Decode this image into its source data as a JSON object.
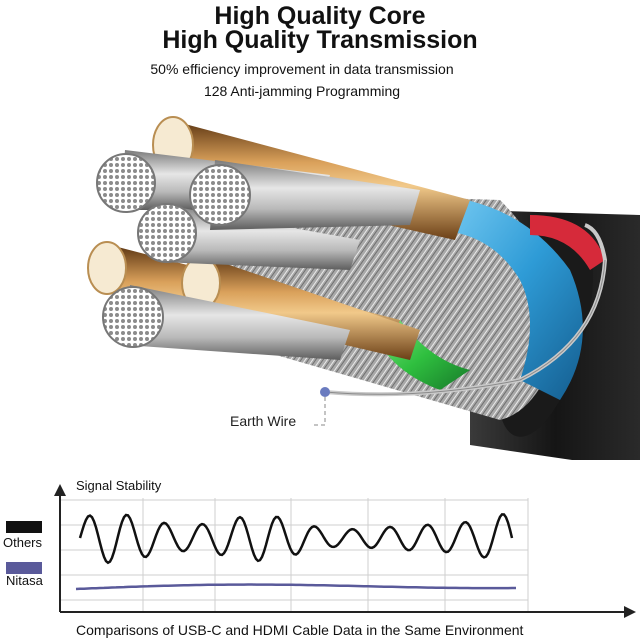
{
  "header": {
    "title_line1": "High Quality Core",
    "title_line2": "High Quality Transmission",
    "subtitle_line1": "50% efficiency improvement in data transmission",
    "subtitle_line2": "128 Anti-jamming Programming"
  },
  "cable": {
    "earth_wire_label": "Earth Wire"
  },
  "chart_data": {
    "type": "line",
    "title": "Signal Stability",
    "series": [
      {
        "name": "Others",
        "color": "#111111",
        "style": "wavy"
      },
      {
        "name": "Nitasa",
        "color": "#5a5a9a",
        "style": "flat"
      }
    ],
    "grid": true,
    "caption": "Comparisons of USB-C and HDMI Cable Data in the Same Environment"
  },
  "colors": {
    "others": "#111111",
    "nitasa": "#5a5a9a",
    "copper": "#b87333",
    "blue_jacket": "#2e9bd6",
    "green_jacket": "#2fbf3f",
    "red_jacket": "#d62a3a"
  }
}
